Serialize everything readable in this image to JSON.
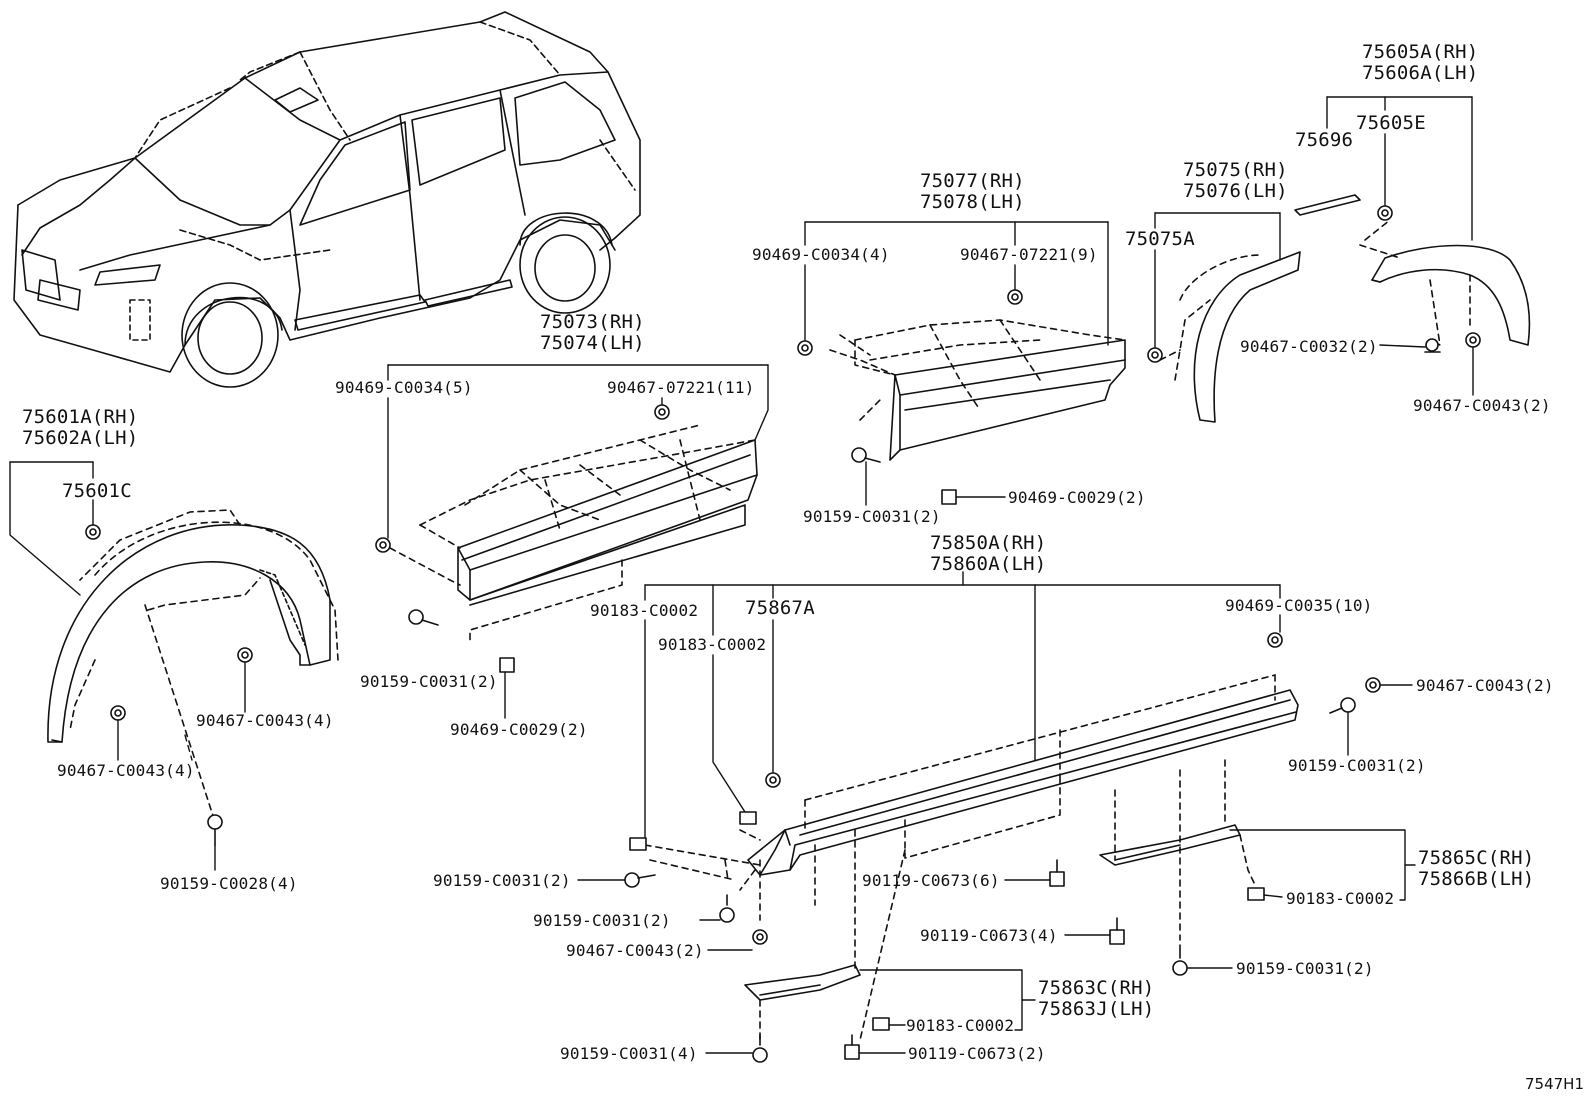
{
  "diagram": {
    "page_code": "7547H1",
    "assemblies": {
      "front_arch": [
        "75601A(RH)",
        "75602A(LH)"
      ],
      "front_door_molding": [
        "75073(RH)",
        "75074(LH)"
      ],
      "rear_door_molding": [
        "75077(RH)",
        "75078(LH)"
      ],
      "rear_arch_front": [
        "75075(RH)",
        "75076(LH)"
      ],
      "rear_arch": [
        "75605A(RH)",
        "75606A(LH)"
      ],
      "rocker": [
        "75850A(RH)",
        "75860A(LH)"
      ],
      "rocker_rear_cover": [
        "75865C(RH)",
        "75866B(LH)"
      ],
      "rocker_front_cover": [
        "75863C(RH)",
        "75863J(LH)"
      ]
    },
    "parts": {
      "p75601C": "75601C",
      "p75075A": "75075A",
      "p75696": "75696",
      "p75605E": "75605E",
      "p75867A": "75867A",
      "a_90469_C0034_5": "90469-C0034(5)",
      "a_90467_07221_11": "90467-07221(11)",
      "a_90159_C0031_2_a": "90159-C0031(2)",
      "a_90469_C0029_2_a": "90469-C0029(2)",
      "b_90469_C0034_4": "90469-C0034(4)",
      "b_90467_07221_9": "90467-07221(9)",
      "b_90159_C0031_2": "90159-C0031(2)",
      "b_90469_C0029_2": "90469-C0029(2)",
      "c_90467_C0032_2": "90467-C0032(2)",
      "c_90467_C0043_2": "90467-C0043(2)",
      "d_90467_C0043_4_a": "90467-C0043(4)",
      "d_90467_C0043_4_b": "90467-C0043(4)",
      "d_90159_C0028_4": "90159-C0028(4)",
      "e_90183_C0002_a": "90183-C0002",
      "e_90183_C0002_b": "90183-C0002",
      "e_90469_C0035_10": "90469-C0035(10)",
      "e_90467_C0043_2_r": "90467-C0043(2)",
      "e_90159_C0031_2_r": "90159-C0031(2)",
      "e_90159_C0031_2_l1": "90159-C0031(2)",
      "e_90159_C0031_2_l2": "90159-C0031(2)",
      "e_90467_C0043_2_l": "90467-C0043(2)",
      "e_90119_C0673_6": "90119-C0673(6)",
      "e_90119_C0673_4": "90119-C0673(4)",
      "e_90183_C0002_c": "90183-C0002",
      "e_90159_C0031_2_c": "90159-C0031(2)",
      "e_90183_C0002_d": "90183-C0002",
      "e_90159_C0031_4": "90159-C0031(4)",
      "e_90119_C0673_2": "90119-C0673(2)"
    }
  }
}
